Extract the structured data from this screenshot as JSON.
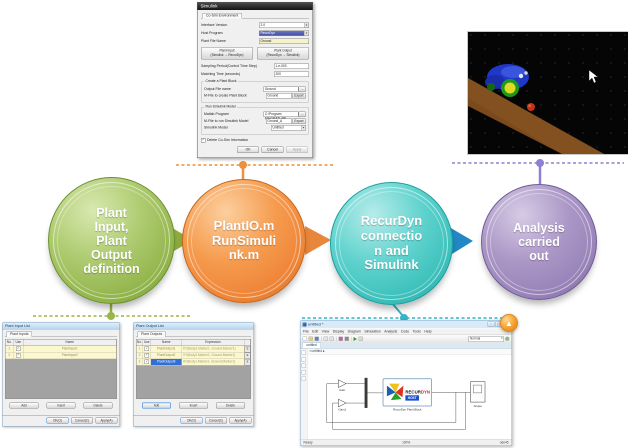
{
  "process": {
    "steps": [
      {
        "name": "plant-input-output-definition",
        "label": "Plant\nInput,\nPlant\nOutput\ndefinition",
        "color": "#93b54d"
      },
      {
        "name": "plantio-runsimulink",
        "label": "PlantIO.m\nRunSimuli\nnk.m",
        "color": "#ef863a"
      },
      {
        "name": "recurdyn-connection-simulink",
        "label": "RecurDyn\nconnectio\nn and\nSimulink",
        "color": "#3fc2bd"
      },
      {
        "name": "analysis-carried-out",
        "label": "Analysis\ncarried\nout",
        "color": "#9a85ba"
      }
    ],
    "arrow_colors": [
      "#8fae3f",
      "#e8873b",
      "#2287c5"
    ],
    "connector_colors": {
      "green": "#9ab648",
      "orange": "#ec9140",
      "teal": "#35b6c8",
      "purple": "#8f7fd0"
    }
  },
  "cosim_dialog": {
    "title": "Simulink",
    "tab": "Co-Sim Environment",
    "interface_version_label": "Interface Version",
    "interface_version_value": "2.0",
    "host_program_label": "Host Program",
    "host_program_value": "RecurDyn",
    "plant_file_label": "Plant File Name",
    "plant_file_value": "Ground",
    "plant_input_button": "Plant Input\n(Simulink → RecurDyn)",
    "plant_output_button": "Plant Output\n(RecurDyn → Simulink)",
    "sampling_label": "Sampling Period(Control Time Step)",
    "sampling_value": "1.e-003",
    "matching_label": "Matching Time (seconds)",
    "matching_value": "200",
    "create_group": "Create a Plant Block",
    "output_file_label": "Output File name",
    "output_file_value": "Ground",
    "mfile_create_label": "M-File to create Plant Block",
    "mfile_create_value": "Ground",
    "run_group": "Run Simulink Model",
    "matlab_label": "Matlab Program",
    "matlab_value": "C:\\Program Files\\MATLAB\\...",
    "mfile_run_label": "M-File to run Simulink Model",
    "mfile_run_value": "Ground_A",
    "simulink_model_label": "Simulink Model",
    "simulink_model_value": "Untitled",
    "export_label": "Export",
    "browse_label": "...",
    "checkbox_label": "Delete Co-Sim Information",
    "ok": "OK",
    "cancel": "Cancel",
    "apply": "Apply"
  },
  "plant_input_dialog": {
    "title": "Plant Input List",
    "tab": "Plant Inputs",
    "headers": [
      "No.",
      "Use",
      "Name"
    ],
    "rows": [
      {
        "no": "1",
        "name": "PlantInput1"
      },
      {
        "no": "2",
        "name": "PlantInput2"
      }
    ],
    "add": "Add",
    "insert": "Insert",
    "delete": "Delete",
    "ok": "OK(O)",
    "cancel": "Cancel(C)",
    "apply": "Apply(A)"
  },
  "plant_output_dialog": {
    "title": "Plant Output List",
    "tab": "Plant Outputs",
    "headers": [
      "No.",
      "Use",
      "Name",
      "Expression"
    ],
    "rows": [
      {
        "no": "1",
        "name": "PlantOutput1",
        "expr": "DY(Body1.Marker1, Ground.Marker1)"
      },
      {
        "no": "2",
        "name": "PlantOutput2",
        "expr": "VY(Body1.Marker1, Ground.Marker1)"
      },
      {
        "no": "3",
        "name": "PlantOutput3",
        "expr": "AY(Body1.Marker1, Ground.Marker1)"
      }
    ],
    "row_button": "E",
    "add": "Add",
    "insert": "Insert",
    "delete": "Delete",
    "ok": "OK(O)",
    "cancel": "Cancel(C)",
    "apply": "Apply(A)"
  },
  "simulink_window": {
    "title": "untitled *",
    "menu": [
      "File",
      "Edit",
      "View",
      "Display",
      "Diagram",
      "Simulation",
      "Analysis",
      "Code",
      "Tools",
      "Help"
    ],
    "mode_select": "Normal",
    "tab": "untitled",
    "breadcrumb": "▪ untitled ▸",
    "canvas": {
      "gain1": "Gain",
      "gain2": "Gain1",
      "brand_black": "RECUR",
      "brand_red": "DYN",
      "host": "HOST",
      "block_label": "RecurDyn Plant Block",
      "scope": "Scope"
    },
    "status": {
      "left": "Ready",
      "zoom": "100%",
      "solver": "ode45"
    }
  },
  "render_view": {
    "background": "#050505",
    "road_color": "#7b4a1c",
    "car_color": "#2038c8",
    "wheel_colors": [
      "#20a020",
      "#e8e020"
    ],
    "ball_color": "#c23418"
  }
}
